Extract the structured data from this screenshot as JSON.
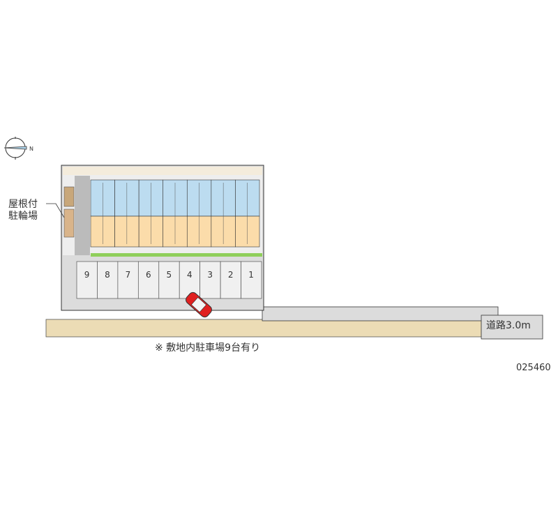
{
  "bike_parking_label": [
    "屋根付",
    "駐輪場"
  ],
  "parking_spaces": [
    "9",
    "8",
    "7",
    "6",
    "5",
    "4",
    "3",
    "2",
    "1"
  ],
  "road_label": "道路3.0m",
  "note": "※ 敷地内駐車場9台有り",
  "property_code": "025460",
  "unit_count": 7,
  "colors": {
    "road": "#ecdcb5",
    "paving": "#dcdcdc",
    "unit_upper": "#bcdcf0",
    "unit_lower": "#fbdcaa",
    "hedge": "#8fcf5a",
    "car": "#e02020",
    "bike": "#c8a77a"
  }
}
